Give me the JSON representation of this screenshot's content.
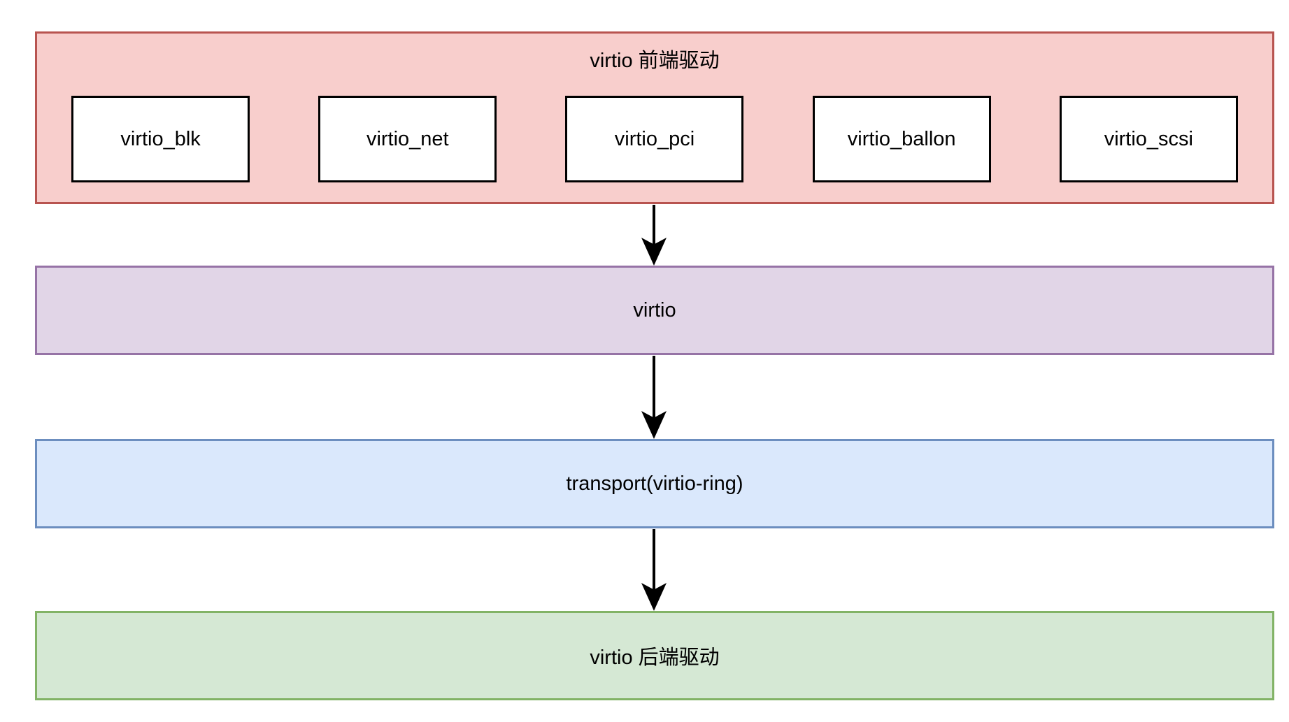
{
  "diagram": {
    "type": "layered-block-diagram",
    "background_color": "#ffffff",
    "frontend": {
      "title": "virtio 前端驱动",
      "fill_color": "#f8cecc",
      "border_color": "#b85450",
      "modules": [
        {
          "label": "virtio_blk"
        },
        {
          "label": "virtio_net"
        },
        {
          "label": "virtio_pci"
        },
        {
          "label": "virtio_ballon"
        },
        {
          "label": "virtio_scsi"
        }
      ]
    },
    "layers": [
      {
        "name": "virtio-layer",
        "label": "virtio",
        "fill_color": "#e1d5e7",
        "border_color": "#9673a6"
      },
      {
        "name": "transport-layer",
        "label": "transport(virtio-ring)",
        "fill_color": "#dae8fc",
        "border_color": "#6c8ebf"
      },
      {
        "name": "backend-layer",
        "label": "virtio 后端驱动",
        "fill_color": "#d5e8d4",
        "border_color": "#82b366"
      }
    ],
    "connections": [
      {
        "from": "virtio 前端驱动",
        "to": "virtio",
        "style": "arrow-down"
      },
      {
        "from": "virtio",
        "to": "transport(virtio-ring)",
        "style": "arrow-down"
      },
      {
        "from": "transport(virtio-ring)",
        "to": "virtio 后端驱动",
        "style": "arrow-down"
      }
    ]
  }
}
